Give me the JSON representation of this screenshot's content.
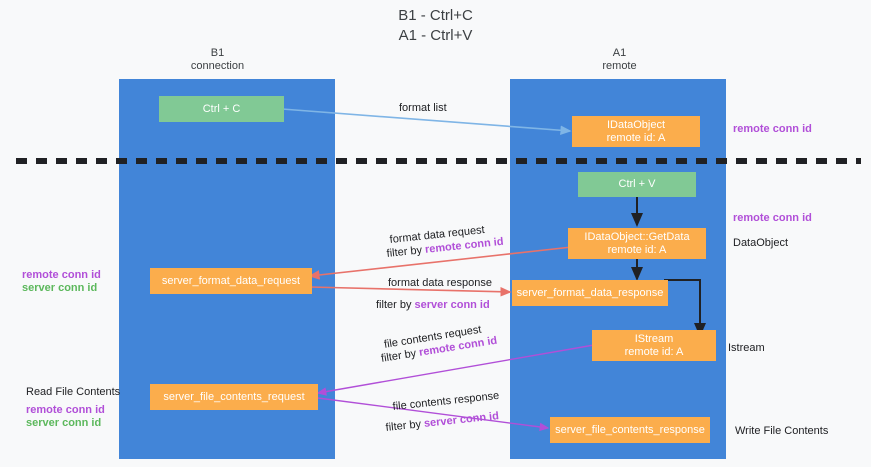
{
  "title": {
    "line1": "B1 - Ctrl+C",
    "line2": "A1 - Ctrl+V"
  },
  "lanes": [
    {
      "id": "b1",
      "title": "B1",
      "subtitle": "connection"
    },
    {
      "id": "a1",
      "title": "A1",
      "subtitle": "remote"
    }
  ],
  "nodes": {
    "ctrl_c": {
      "line1": "Ctrl + C",
      "line2": ""
    },
    "idataobject": {
      "line1": "IDataObject",
      "line2": "remote id: A"
    },
    "ctrl_v": {
      "line1": "Ctrl + V",
      "line2": ""
    },
    "getdata": {
      "line1": "IDataObject::GetData",
      "line2": "remote id: A"
    },
    "fmt_req": {
      "line1": "server_format_data_request",
      "line2": ""
    },
    "fmt_resp": {
      "line1": "server_format_data_response",
      "line2": ""
    },
    "istream": {
      "line1": "IStream",
      "line2": "remote id: A"
    },
    "file_req": {
      "line1": "server_file_contents_request",
      "line2": ""
    },
    "file_resp": {
      "line1": "server_file_contents_response",
      "line2": ""
    }
  },
  "edge_labels": {
    "format_list": "format list",
    "fmt_data_request": "format data request",
    "fmt_req_filter_pre": "filter by ",
    "fmt_req_filter_key": "remote conn id",
    "fmt_data_response": "format data response",
    "fmt_resp_filter_pre": "filter by ",
    "fmt_resp_filter_key": "server conn id",
    "file_request": "file contents request",
    "file_req_filter_pre": "filter by ",
    "file_req_filter_key": "remote conn id",
    "file_response": "file contents response",
    "file_resp_filter_pre": "filter by ",
    "file_resp_filter_key": "server conn id"
  },
  "annotations": {
    "remote_conn_id_top": "remote conn id",
    "remote_conn_id_mid": "remote conn id",
    "dataobject": "DataObject",
    "istream": "Istream",
    "write_file_contents": "Write File Contents",
    "read_file_contents": "Read File Contents",
    "left_remote_conn_id_1": "remote conn id",
    "left_server_conn_id_1": "server conn id",
    "left_remote_conn_id_2": "remote conn id",
    "left_server_conn_id_2": "server conn id"
  },
  "colors": {
    "lane": "#4285d8",
    "green_node": "#81c995",
    "orange_node": "#fbad4c",
    "purple": "#b14fd8",
    "green_text": "#5cb85c",
    "arrow_blue": "#7fb5e6",
    "arrow_red": "#e8726a",
    "arrow_black": "#202124",
    "arrow_magenta": "#b14fd8",
    "background": "#f8f9fa"
  }
}
